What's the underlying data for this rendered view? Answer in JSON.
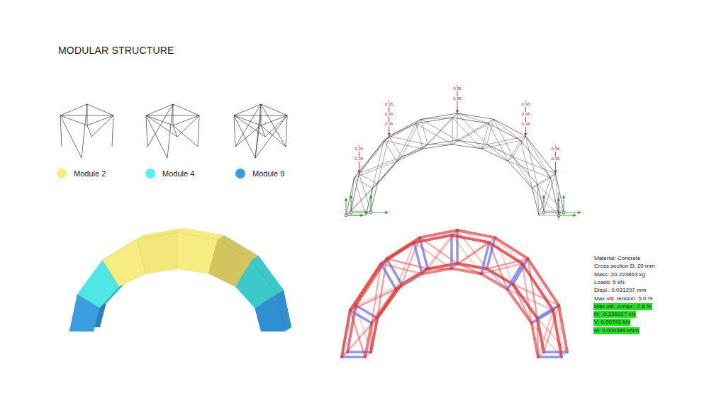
{
  "diagram": {
    "title": "MODULAR STRUCTURE",
    "labels": [
      "0.36",
      "0.36",
      "0.36",
      "0.36",
      "0.36",
      "0.36",
      "0.36",
      "0.36",
      "0.36",
      "0.36",
      "0.36",
      "0.36",
      "Material: Concrete",
      "Cross section D: 20 mm",
      "Mass: 20.223863 kg",
      "Loads: 5 kN",
      "Displ.: 0.031297 mm",
      "Max util. tension: 5.0 %",
      "Max util. compr.: 7.6 %",
      "N: -0.336027 kN",
      "V: 0.00741 kN",
      "M: 0.000389 kNm"
    ],
    "legend": [
      {
        "text": "Module 2",
        "color": "#f6ec80"
      },
      {
        "text": "Module 4",
        "color": "#55f0f0"
      },
      {
        "text": "Module 9",
        "color": "#3a9de0"
      }
    ]
  }
}
